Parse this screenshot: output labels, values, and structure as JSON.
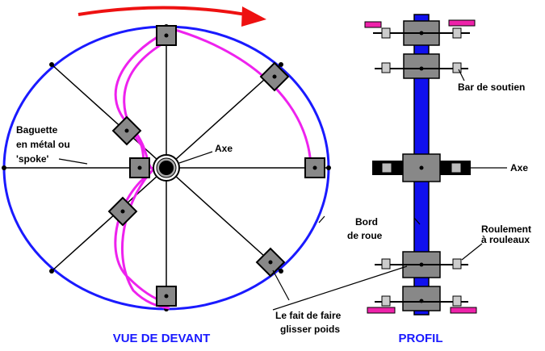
{
  "front": {
    "caption": "VUE DE DEVANT",
    "labels": {
      "spoke_1": "Baguette",
      "spoke_2": "en métal ou",
      "spoke_3": "'spoke'",
      "axle": "Axe",
      "rim_1": "Bord",
      "rim_2": "de roue",
      "weight_1": "Le fait de faire",
      "weight_2": "glisser poids"
    }
  },
  "profile": {
    "caption": "PROFIL",
    "labels": {
      "support": "Bar de soutien",
      "axle": "Axe",
      "bearing_1": "Roulement",
      "bearing_2": "à rouleaux"
    }
  },
  "colors": {
    "rim": "#1a1aff",
    "caption": "#1a1aff",
    "arrow": "#ee1111",
    "curve": "#ee22ee",
    "weight": "#888888",
    "bar": "#ee22aa",
    "profile_axis": "#1010ee"
  }
}
